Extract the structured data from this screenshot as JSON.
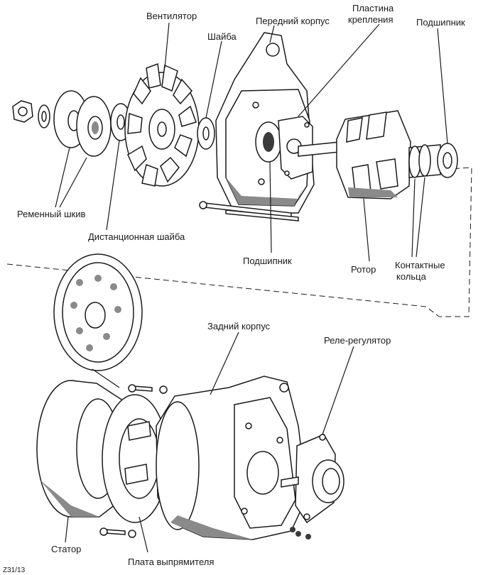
{
  "labels": {
    "fan": "Вентилятор",
    "washer": "Шайба",
    "front_housing": "Передний корпус",
    "mounting_plate_1": "Пластина",
    "mounting_plate_2": "крепления",
    "bearing_right": "Подшипник",
    "belt_pulley": "Ременный шкив",
    "spacer_washer": "Дистанционная шайба",
    "bearing_center": "Подшипник",
    "rotor": "Ротор",
    "slip_rings_1": "Контактные",
    "slip_rings_2": "кольца",
    "rear_housing": "Задний корпус",
    "regulator": "Реле-регулятор",
    "stator": "Статор",
    "rectifier_plate": "Плата выпрямителя",
    "figure_code": "Z31/13"
  },
  "colors": {
    "ink": "#1a1a1a",
    "shade": "#8a8a8a",
    "background": "#ffffff"
  }
}
